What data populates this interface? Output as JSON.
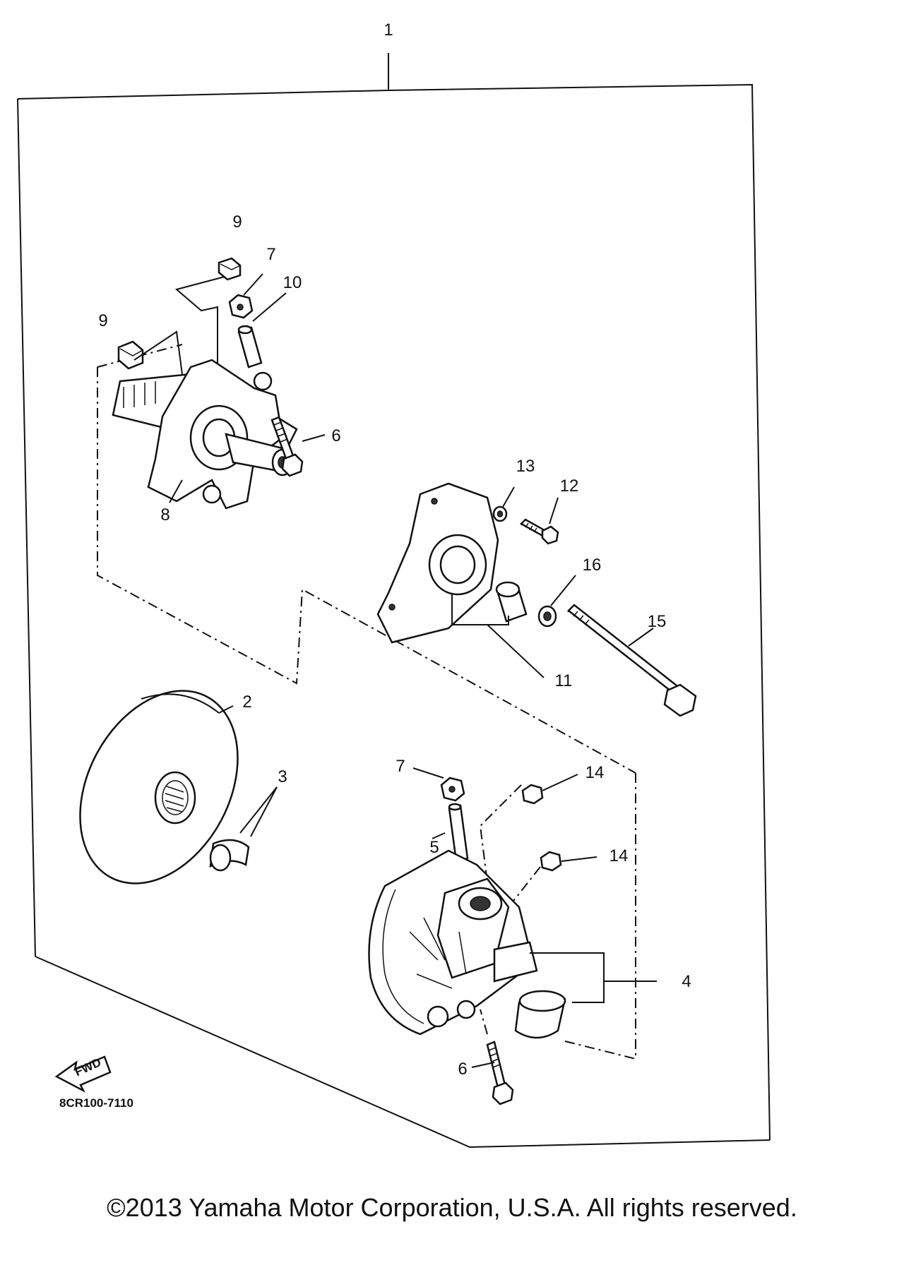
{
  "diagram": {
    "labels": {
      "l1": "1",
      "l2": "2",
      "l3": "3",
      "l4": "4",
      "l5": "5",
      "l6a": "6",
      "l6b": "6",
      "l7a": "7",
      "l7b": "7",
      "l8": "8",
      "l9a": "9",
      "l9b": "9",
      "l10": "10",
      "l11": "11",
      "l12": "12",
      "l13": "13",
      "l14a": "14",
      "l14b": "14",
      "l15": "15",
      "l16": "16"
    },
    "arrow_text": "FWD",
    "drawing_code": "8CR100-7110"
  },
  "footer": {
    "copyright": "©2013 Yamaha Motor Corporation, U.S.A. All rights reserved."
  }
}
